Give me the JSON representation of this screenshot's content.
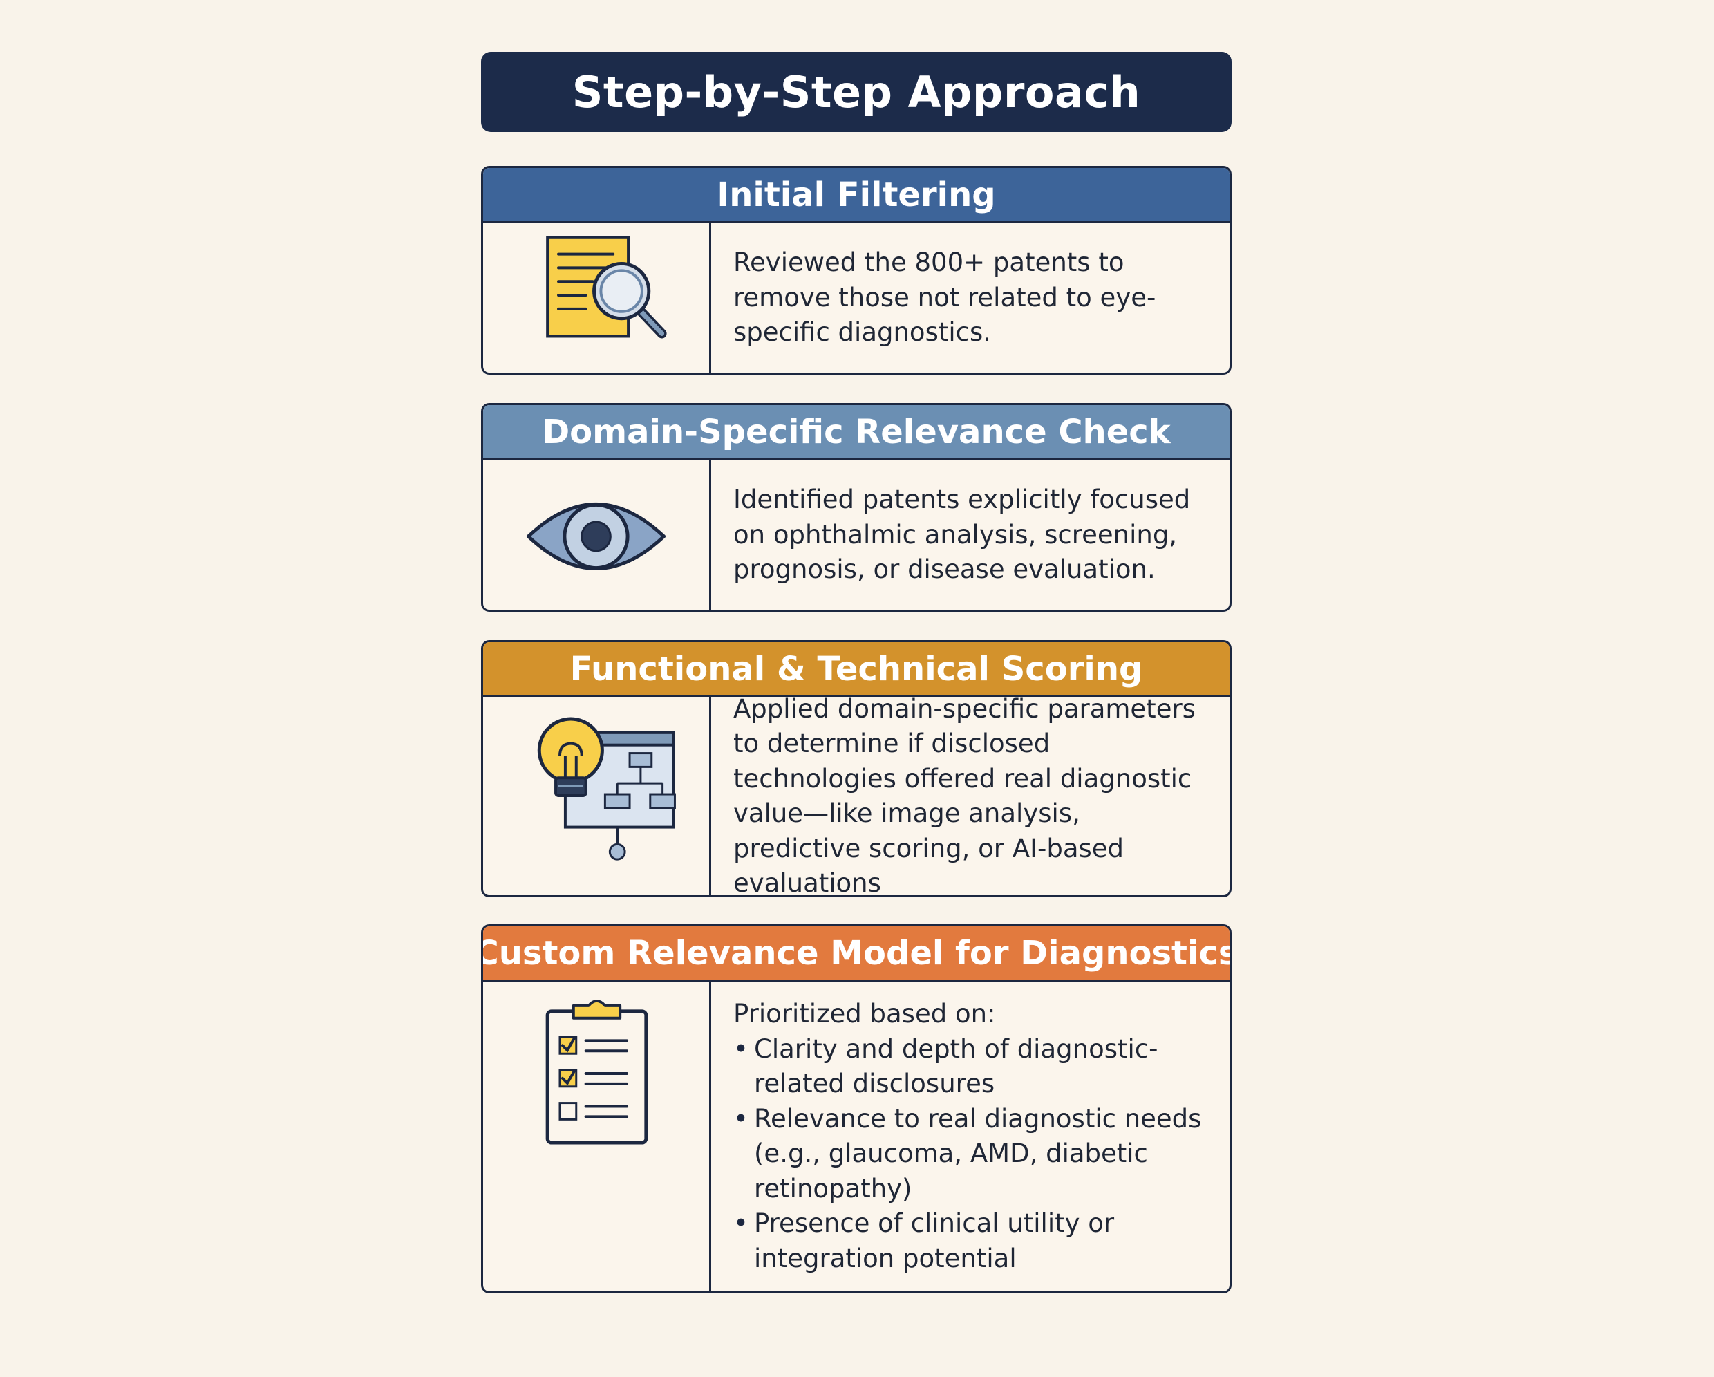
{
  "title": "Step-by-Step Approach",
  "colors": {
    "background": "#f9f3ea",
    "title_bar": "#1c2b4a",
    "step1_header": "#3d6499",
    "step2_header": "#6b8fb3",
    "step3_header": "#d3922c",
    "step4_header": "#e27a3e"
  },
  "steps": [
    {
      "heading": "Initial Filtering",
      "icon": "document-magnifier-icon",
      "text": "Reviewed the 800+ patents to remove those not related to eye-specific diagnostics."
    },
    {
      "heading": "Domain-Specific Relevance Check",
      "icon": "eye-icon",
      "text": "Identified patents explicitly focused on ophthalmic analysis, screening, prognosis, or disease evaluation."
    },
    {
      "heading": "Functional & Technical Scoring",
      "icon": "lightbulb-flowchart-icon",
      "text": "Applied domain-specific parameters to determine if disclosed technologies offered real diagnostic value—like image analysis, predictive scoring, or AI-based evaluations"
    },
    {
      "heading": "Custom Relevance Model for Diagnostics",
      "icon": "clipboard-checklist-icon",
      "intro": "Prioritized based on:",
      "bullets": [
        "Clarity and depth of diagnostic-related disclosures",
        "Relevance to real diagnostic needs (e.g., glaucoma, AMD, diabetic retinopathy)",
        "Presence of clinical utility or integration potential"
      ],
      "bullet_symbol": "•"
    }
  ]
}
